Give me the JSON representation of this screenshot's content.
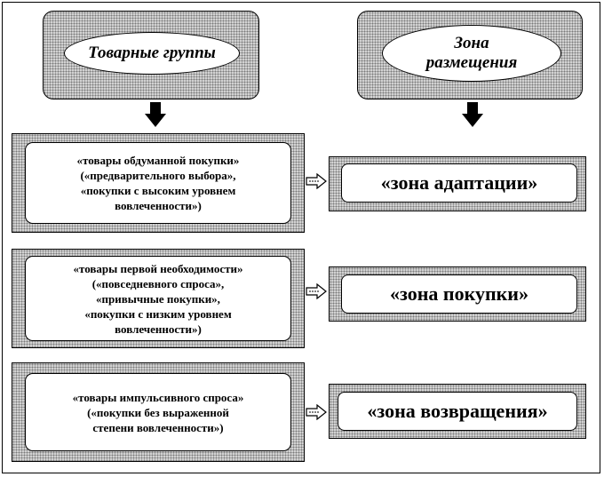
{
  "header_left": {
    "label": "Товарные группы"
  },
  "header_right": {
    "lines": [
      "Зона",
      "размещения"
    ]
  },
  "groups": [
    {
      "lines": [
        "«товары обдуманной покупки»",
        "(«предварительного выбора»,",
        "«покупки с высоким уровнем",
        "вовлеченности»)"
      ]
    },
    {
      "lines": [
        "«товары первой необходимости»",
        "(«повседневного спроса»,",
        "«привычные покупки»,",
        "«покупки  с низким уровнем",
        "вовлеченности»)"
      ]
    },
    {
      "lines": [
        "«товары импульсивного спроса»",
        "(«покупки без выраженной",
        "степени вовлеченности»)"
      ]
    }
  ],
  "zones": [
    {
      "label": "«зона адаптации»"
    },
    {
      "label": "«зона покупки»"
    },
    {
      "label": "«зона возвращения»"
    }
  ]
}
